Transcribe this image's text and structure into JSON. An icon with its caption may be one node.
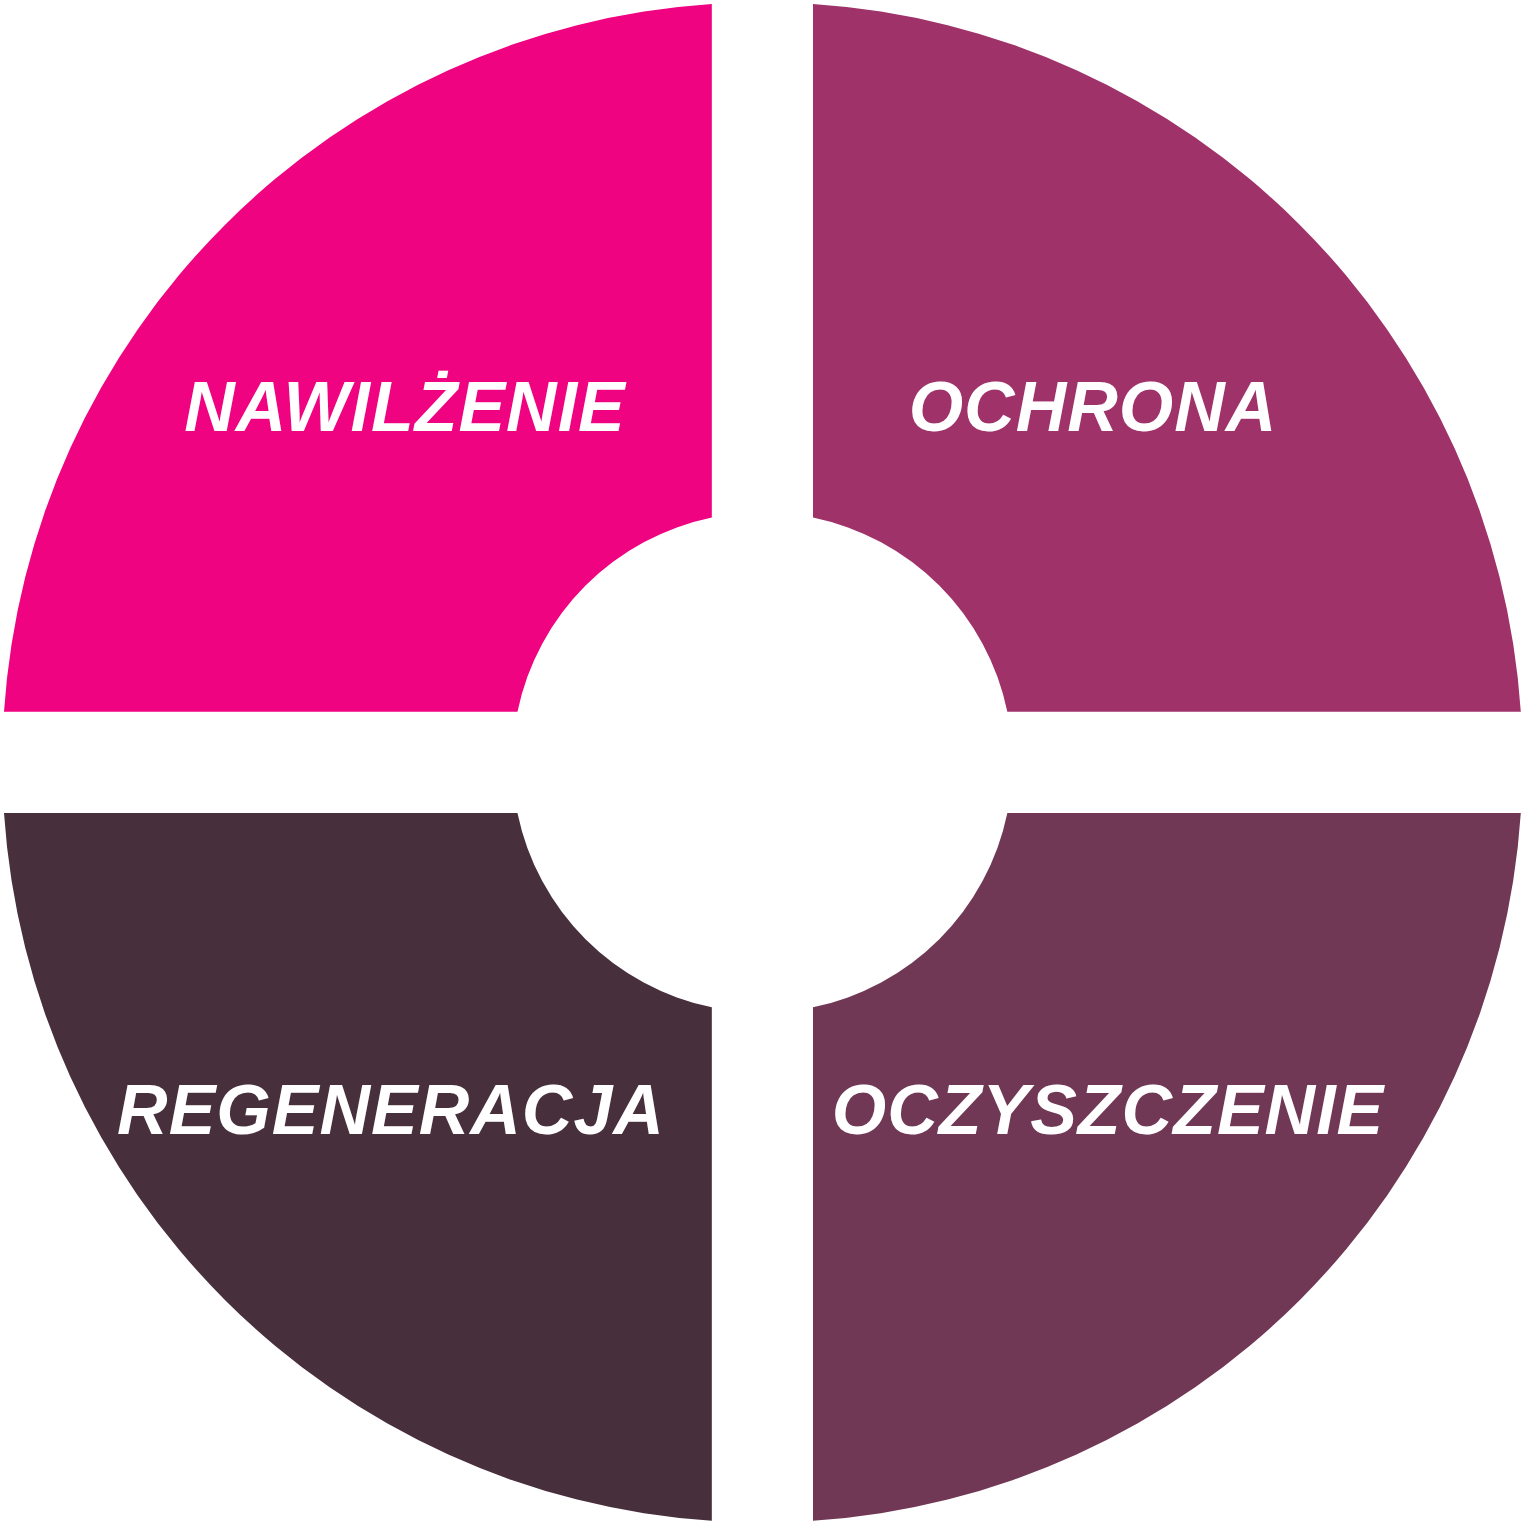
{
  "diagram": {
    "nodes": [
      {
        "text": [
          "NAWILŻENIE"
        ]
      },
      {
        "text": [
          "OCHRONA"
        ]
      },
      {
        "text": [
          "REGENERACJA"
        ]
      },
      {
        "text": [
          "OCZYSZCZENIE"
        ]
      }
    ]
  }
}
